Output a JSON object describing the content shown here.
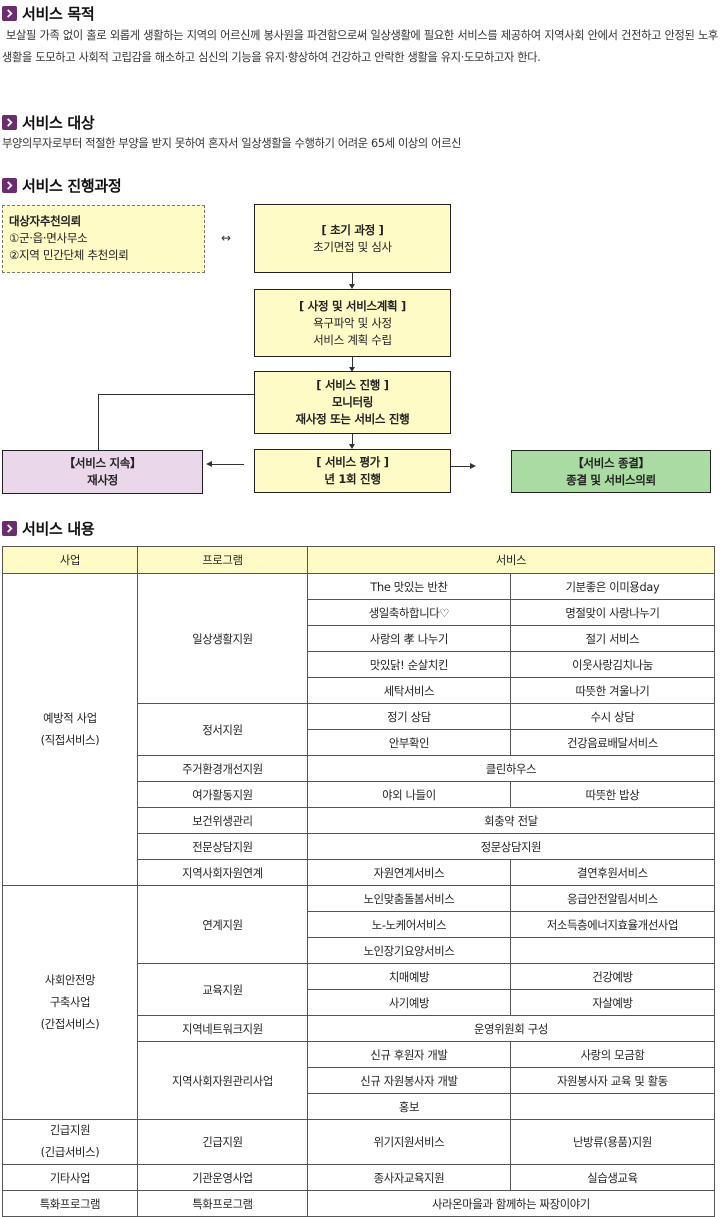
{
  "sections": {
    "purpose": {
      "title": "서비스 목적",
      "body": "보살필 가족 없이 홀로 외롭게 생활하는 지역의 어르신께 봉사원을 파견함으로써 일상생활에 필요한 서비스를 제공하여 지역사회 안에서 건전하고 안정된 노후 생활을 도모하고 사회적 고립감을 해소하고 심신의 기능을 유지·향상하여 건강하고 안락한 생활을 유지·도모하고자 한다."
    },
    "target": {
      "title": "서비스 대상",
      "body": "부양의무자로부터 적절한 부양을 받지 못하여 혼자서 일상생활을 수행하기 어려운 65세 이상의 어르신"
    },
    "process": {
      "title": "서비스 진행과정",
      "referral": {
        "title": "대상자추천의뢰",
        "line1": "①군·읍·면사무소",
        "line2": "②지역 민간단체 추천의뢰"
      },
      "double_arrow": "↔",
      "initial": {
        "title": "[ 초기 과정 ]",
        "line1": "초기면접 및 심사"
      },
      "assessment": {
        "title": "[ 사정 및 서비스계획 ]",
        "line1": "욕구파악 및 사정",
        "line2": "서비스 계획 수립"
      },
      "progress": {
        "title": "[ 서비스 진행 ]",
        "line1": "모니터링",
        "line2": "재사정 또는 서비스 진행"
      },
      "evaluation": {
        "title": "[ 서비스 평가 ]",
        "line1": "년 1회 진행"
      },
      "continue": {
        "title": "【서비스 지속】",
        "line1": "재사정",
        "color": "#ead8ea"
      },
      "end": {
        "title": "【서비스 종결】",
        "line1": "종결 및 서비스의뢰",
        "color": "#a9dba2"
      }
    },
    "content": {
      "title": "서비스 내용"
    }
  },
  "table": {
    "headers": [
      "사업",
      "프로그램",
      "서비스"
    ],
    "biz1": {
      "line1": "예방적 사업",
      "line2": "(직접서비스)"
    },
    "biz2": {
      "line1": "사회안전망",
      "line2": "구축사업",
      "line3": "(간접서비스)"
    },
    "biz3": {
      "line1": "긴급지원",
      "line2": "(긴급서비스)"
    },
    "biz4": "기타사업",
    "biz5": "특화프로그램",
    "p_daily": "일상생활지원",
    "daily": [
      [
        "The 맛있는 반찬",
        "기분좋은 이미용day"
      ],
      [
        "생일축하합니다♡",
        "명절맞이 사랑나누기"
      ],
      [
        "사랑의 孝 나누기",
        "절기 서비스"
      ],
      [
        "맛있닭! 순살치킨",
        "이웃사랑김치나눔"
      ],
      [
        "세탁서비스",
        "따뜻한 겨울나기"
      ]
    ],
    "p_emotion": "정서지원",
    "emotion": [
      [
        "정기 상담",
        "수시 상담"
      ],
      [
        "안부확인",
        "건강음료배달서비스"
      ]
    ],
    "p_housing": "주거환경개선지원",
    "housing": "클린하우스",
    "p_leisure": "여가활동지원",
    "leisure": [
      "야외 나들이",
      "따뜻한 밥상"
    ],
    "p_health": "보건위생관리",
    "health": "회충약 전달",
    "p_counsel": "전문상담지원",
    "counsel": "정문상담지원",
    "p_community": "지역사회자원연계",
    "community": [
      "자원연계서비스",
      "결연후원서비스"
    ],
    "p_link": "연계지원",
    "link": [
      [
        "노인맞춤돌봄서비스",
        "응급안전알림서비스"
      ],
      [
        "노-노케어서비스",
        "저소득층에너지효율개선사업"
      ],
      [
        "노인장기요양서비스",
        ""
      ]
    ],
    "p_edu": "교육지원",
    "edu": [
      [
        "치매예방",
        "건강예방"
      ],
      [
        "사기예방",
        "자살예방"
      ]
    ],
    "p_network": "지역네트워크지원",
    "network": "운영위원회 구성",
    "p_resource": "지역사회자원관리사업",
    "resource": [
      [
        "신규 후원자 개발",
        "사랑의 모금함"
      ],
      [
        "신규 자원봉사자 개발",
        "자원봉사자 교육 및 활동"
      ],
      [
        "홍보",
        ""
      ]
    ],
    "p_emergency": "긴급지원",
    "emergency": [
      "위기지원서비스",
      "난방류(용품)지원"
    ],
    "p_etc": "기관운영사업",
    "etc": [
      "종사자교육지원",
      "실습생교육"
    ],
    "p_special": "특화프로그램",
    "special": "사라온마을과 함께하는 짜장이야기"
  }
}
